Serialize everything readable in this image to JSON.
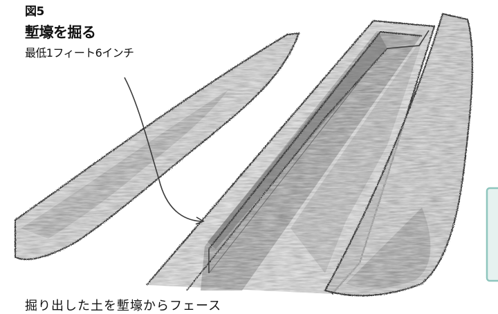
{
  "figure": {
    "number": "図5",
    "title": "塹壕を掘る",
    "subtitle": "最低1フィート6インチ"
  },
  "footer": {
    "cut_text": "掘り出した土を塹壕からフェース"
  },
  "colors": {
    "background": "#ffffff",
    "pencil_line": "#3a3a3a",
    "gray_wash": "#b5b5b5",
    "trench_shadow": "#8a8a8a",
    "side_tab_fill": "#e6f2f0",
    "side_tab_border": "#8ec5bd"
  },
  "icons": {
    "pointer": "curved-arrow-icon"
  }
}
